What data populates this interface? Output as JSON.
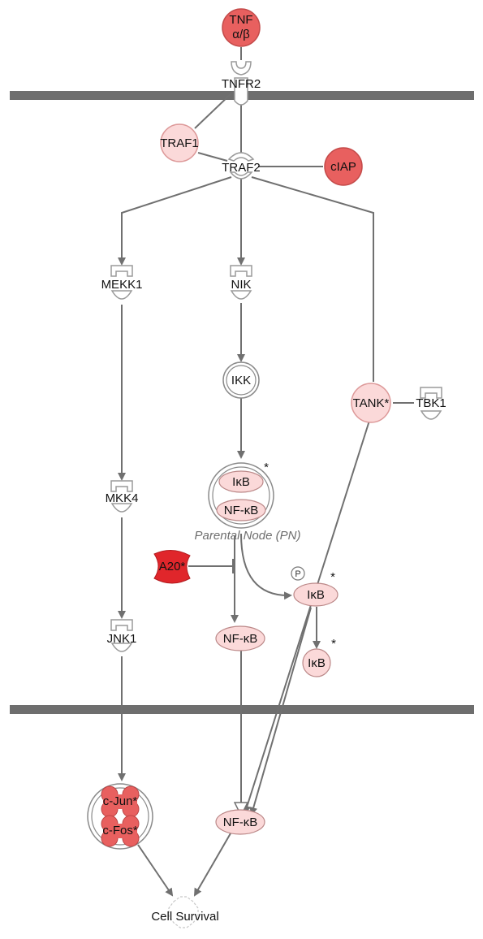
{
  "colors": {
    "strong": "#e8605f",
    "medium": "#f6b7b7",
    "light": "#fbd9d9",
    "red": "#e0262b",
    "edge": "#707070",
    "membrane": "#6e6e6e"
  },
  "nodes": {
    "tnf": {
      "label_line1": "TNF",
      "label_line2": "α/β"
    },
    "tnfr2": {
      "label": "TNFR2"
    },
    "traf1": {
      "label": "TRAF1"
    },
    "traf2": {
      "label": "TRAF2"
    },
    "ciap": {
      "label": "cIAP"
    },
    "mekk1": {
      "label": "MEKK1"
    },
    "nik": {
      "label": "NIK"
    },
    "ikk": {
      "label": "IKK"
    },
    "tank": {
      "label": "TANK*"
    },
    "tbk1": {
      "label": "TBK1"
    },
    "ikb_complex": {
      "label": "IκB",
      "star": "*"
    },
    "nfkb_complex": {
      "label": "NF-κB"
    },
    "parental_node": {
      "label": "Parental Node (PN)"
    },
    "mkk4": {
      "label": "MKK4"
    },
    "a20": {
      "label": "A20*"
    },
    "ikb_p": {
      "label": "IκB",
      "phospho": "P",
      "star": "*"
    },
    "ikb_small": {
      "label": "IκB",
      "star": "*"
    },
    "nfkb_mid": {
      "label": "NF-κB"
    },
    "jnk1": {
      "label": "JNK1"
    },
    "cjun": {
      "label": "c-Jun*"
    },
    "cfos": {
      "label": "c-Fos*"
    },
    "nfkb_bottom": {
      "label": "NF-κB"
    },
    "cell_survival": {
      "label": "Cell Survival"
    }
  }
}
